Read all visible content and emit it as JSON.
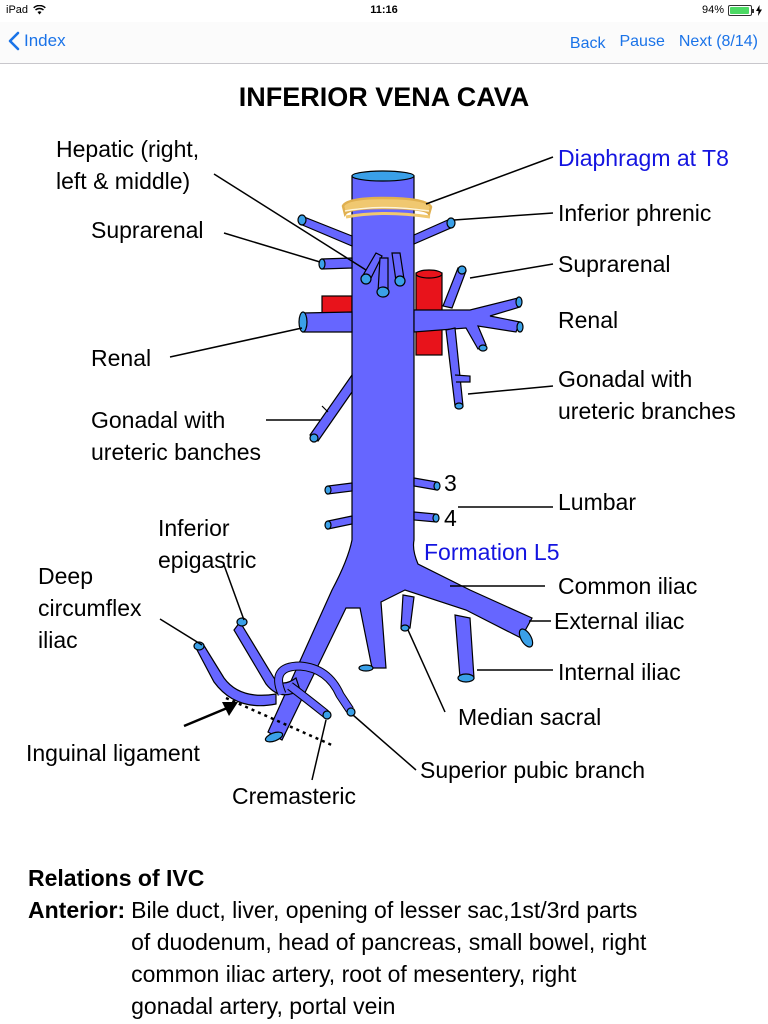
{
  "status_bar": {
    "device": "iPad",
    "time": "11:16",
    "battery_pct": "94%",
    "battery_level": 0.94
  },
  "nav": {
    "back_label": "Index",
    "back_button": "Back",
    "pause_button": "Pause",
    "next_button": "Next (8/14)"
  },
  "diagram": {
    "title": "INFERIOR VENA CAVA",
    "labels": {
      "hepatic": "Hepatic (right,",
      "hepatic2": "left & middle)",
      "suprarenal_left": "Suprarenal",
      "renal_left": "Renal",
      "gonadal_left": "Gonadal with",
      "gonadal_left2": "ureteric banches",
      "diaphragm": "Diaphragm at T8",
      "inferior_phrenic": "Inferior phrenic",
      "suprarenal_right": "Suprarenal",
      "renal_right": "Renal",
      "gonadal_right": "Gonadal with",
      "gonadal_right2": "ureteric branches",
      "lumbar_3": "3",
      "lumbar_4": "4",
      "lumbar": "Lumbar",
      "formation": "Formation L5",
      "common_iliac": "Common iliac",
      "external_iliac": "External iliac",
      "internal_iliac": "Internal iliac",
      "median_sacral": "Median sacral",
      "superior_pubic": "Superior pubic branch",
      "inferior_epigastric": "Inferior",
      "inferior_epigastric2": "epigastric",
      "deep_circumflex": "Deep",
      "deep_circumflex2": "circumflex",
      "deep_circumflex3": "iliac",
      "inguinal_ligament": "Inguinal ligament",
      "cremasteric": "Cremasteric"
    },
    "colors": {
      "vein": "#6666ff",
      "artery": "#e8131b",
      "diaphragm": "#f0c870"
    }
  },
  "relations": {
    "title": "Relations of IVC",
    "anterior_key": "Anterior:",
    "anterior_line1": "Bile duct, liver, opening of lesser sac,1st/3rd parts",
    "anterior_line2": "of duodenum, head of pancreas, small bowel, right",
    "anterior_line3": "common iliac artery, root of mesentery, right",
    "anterior_line4": "gonadal artery, portal vein"
  }
}
